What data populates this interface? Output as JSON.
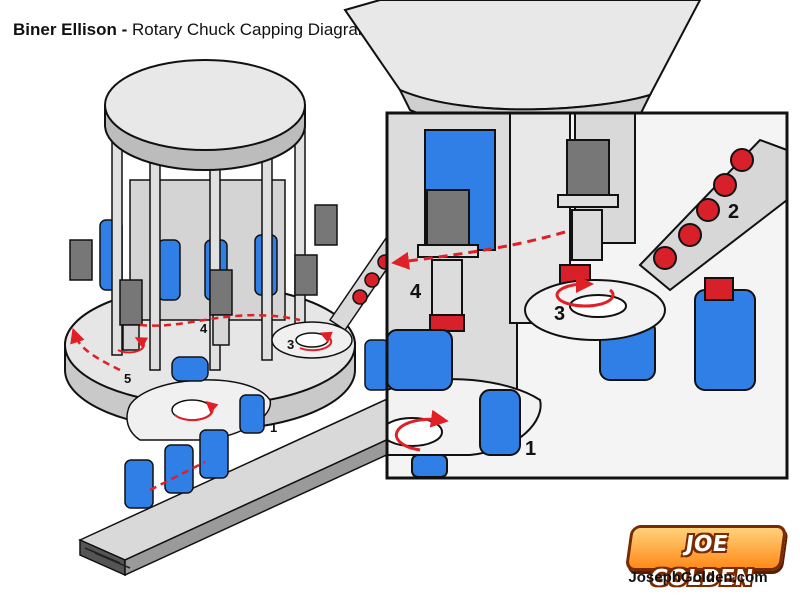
{
  "title": {
    "company": "Biner Ellison -",
    "subtitle": "Rotary Chuck Capping Diagram"
  },
  "main_steps": [
    "1",
    "3",
    "4",
    "5"
  ],
  "inset_steps": [
    "1",
    "2",
    "3",
    "4"
  ],
  "brand": {
    "logo_text": "JOE GOLDEN",
    "url": "JosephGolden.com"
  },
  "colors": {
    "bottle_blue": "#2f7fe6",
    "cap_red": "#d8202a",
    "flow_arrow_red": "#e01f26",
    "machine_gray": "#e3e3e3",
    "outline": "#111111"
  }
}
